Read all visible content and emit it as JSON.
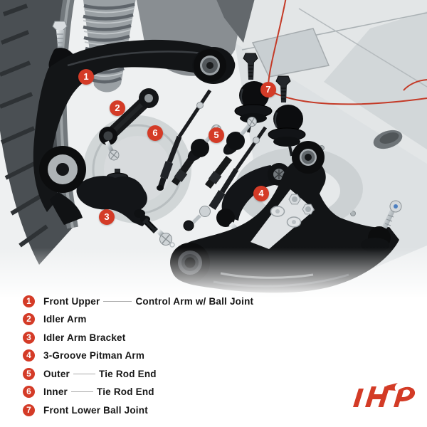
{
  "product": {
    "kind": "front-suspension-kit-photo",
    "markers": [
      {
        "num": "1"
      },
      {
        "num": "2"
      },
      {
        "num": "3"
      },
      {
        "num": "4"
      },
      {
        "num": "5"
      },
      {
        "num": "6"
      },
      {
        "num": "7"
      }
    ],
    "parts": [
      "Front Upper Control Arm w/ Ball Joint",
      "Idler Arm",
      "Idler Arm Bracket",
      "3-Groove Pitman Arm",
      "Outer Tie Rod End",
      "Inner Tie Rod End",
      "Front Lower Ball Joint"
    ]
  },
  "legend": {
    "items": [
      {
        "num": "1",
        "part1": "Front Upper",
        "part2": "Control Arm w/ Ball Joint",
        "connector": true
      },
      {
        "num": "2",
        "part1": "Idler Arm",
        "part2": "",
        "connector": false
      },
      {
        "num": "3",
        "part1": "Idler Arm Bracket",
        "part2": "",
        "connector": false
      },
      {
        "num": "4",
        "part1": "3-Groove Pitman Arm",
        "part2": "",
        "connector": false
      },
      {
        "num": "5",
        "part1": "Outer",
        "part2": "Tie Rod End",
        "connector": true
      },
      {
        "num": "6",
        "part1": "Inner",
        "part2": "Tie Rod End",
        "connector": true
      },
      {
        "num": "7",
        "part1": "Front Lower Ball Joint",
        "part2": "",
        "connector": false
      }
    ]
  },
  "branding": {
    "logo_icon": "ap-monogram",
    "logo_color": "#d33b26"
  },
  "colors": {
    "marker_red": "#d43b27",
    "legend_text": "#161616",
    "connector_gray": "#a9a9a9",
    "part_black": "#131517",
    "curve_red": "#c43a27"
  }
}
